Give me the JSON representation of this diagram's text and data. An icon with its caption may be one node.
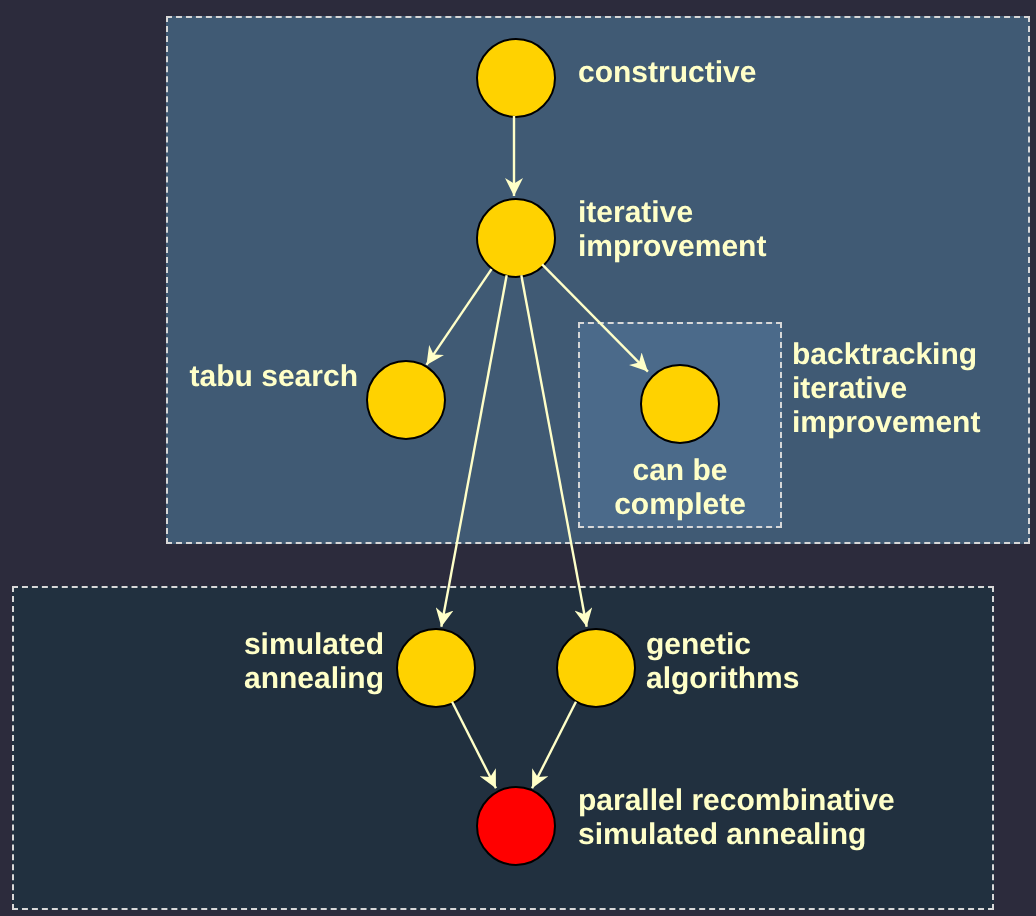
{
  "diagram": {
    "nodes": [
      {
        "text": [],
        "shape": "box"
      },
      {
        "text": [],
        "shape": "circle",
        "in": 0,
        "beside": [
          "constructive"
        ]
      },
      {
        "text": [],
        "shape": "circle",
        "in": 0,
        "beside": [
          "iterative improvement"
        ]
      },
      {
        "text": [],
        "shape": "circle",
        "in": 0,
        "beside": [
          "tabu search"
        ]
      },
      {
        "text": [
          "can be complete"
        ],
        "in": 0,
        "beside": [
          "backtracking iterative improvement"
        ]
      },
      {
        "text": [],
        "shape": "circle",
        "in": 4
      },
      {
        "text": [],
        "shape": "box"
      },
      {
        "text": [],
        "shape": "circle",
        "in": 6,
        "beside": [
          "simulated annealing"
        ]
      },
      {
        "text": [],
        "shape": "circle",
        "in": 6,
        "beside": [
          "genetic algorithms"
        ]
      },
      {
        "text": [],
        "shape": "circle",
        "in": 6,
        "beside": [
          "parallel recombinative simulated annealing"
        ]
      }
    ],
    "edges": [
      {
        "from": 1,
        "to": 2,
        "arrow": "to"
      },
      {
        "from": 2,
        "to": 3,
        "arrow": "to"
      },
      {
        "from": 2,
        "to": 5,
        "arrow": "to"
      },
      {
        "from": 2,
        "to": 7,
        "arrow": "to"
      },
      {
        "from": 2,
        "to": 8,
        "arrow": "to"
      },
      {
        "from": 7,
        "to": 9,
        "arrow": "to"
      },
      {
        "from": 8,
        "to": 9,
        "arrow": "to"
      }
    ]
  }
}
